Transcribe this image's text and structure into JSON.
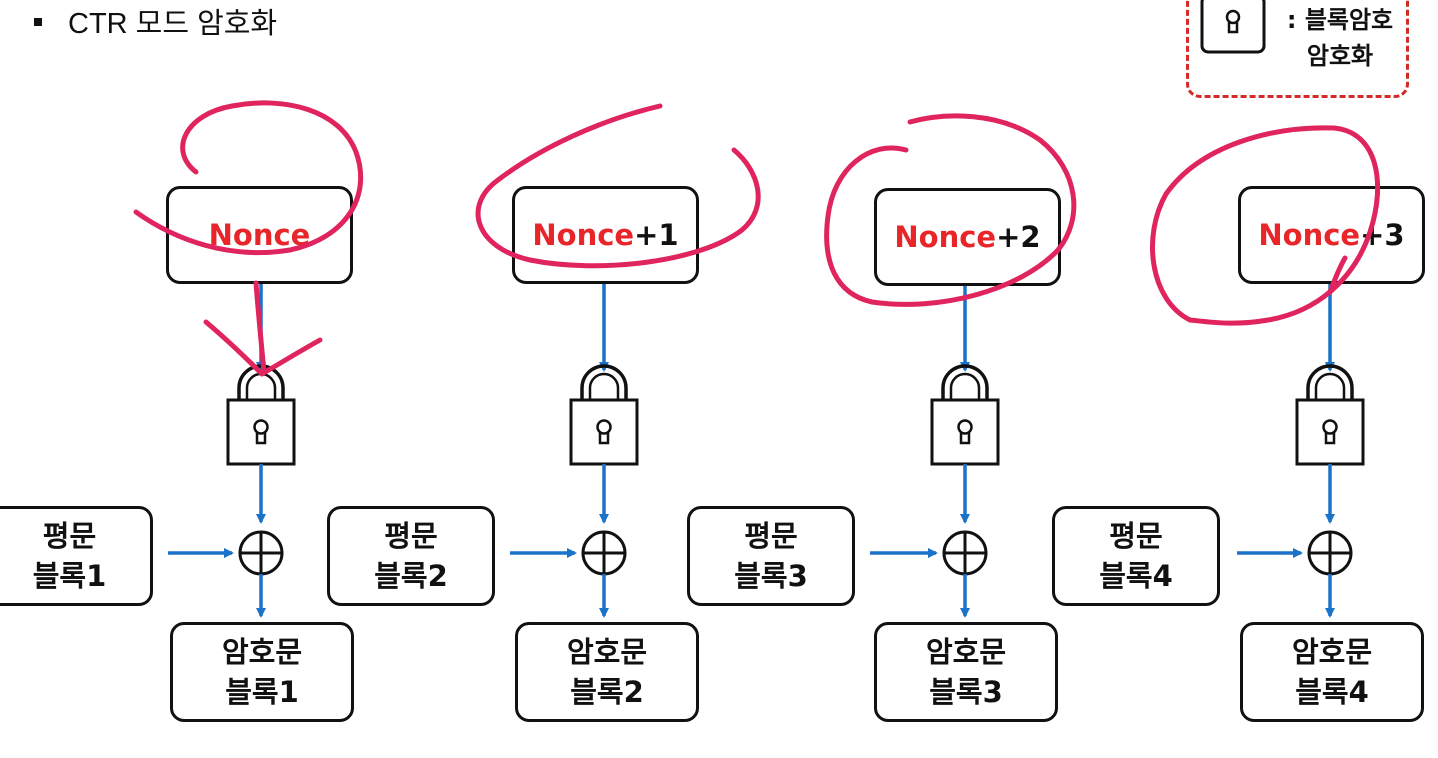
{
  "title": "CTR 모드 암호화",
  "legend": {
    "line1": ": 블록암호",
    "line2": "암호화",
    "icon": "lock-icon"
  },
  "nonce_red": "Nonce",
  "columns": [
    {
      "nonce_suffix": "",
      "plain_top": "평문",
      "plain_bottom": "블록1",
      "cipher_top": "암호문",
      "cipher_bottom": "블록1"
    },
    {
      "nonce_suffix": "+1",
      "plain_top": "평문",
      "plain_bottom": "블록2",
      "cipher_top": "암호문",
      "cipher_bottom": "블록2"
    },
    {
      "nonce_suffix": "+2",
      "plain_top": "평문",
      "plain_bottom": "블록3",
      "cipher_top": "암호문",
      "cipher_bottom": "블록3"
    },
    {
      "nonce_suffix": "+3",
      "plain_top": "평문",
      "plain_bottom": "블록4",
      "cipher_top": "암호문",
      "cipher_bottom": "블록4"
    }
  ],
  "colors": {
    "arrow": "#1a73c8",
    "nonce": "#e8262a",
    "annotation": "#e0245e",
    "legend_border": "#d42a2a"
  }
}
